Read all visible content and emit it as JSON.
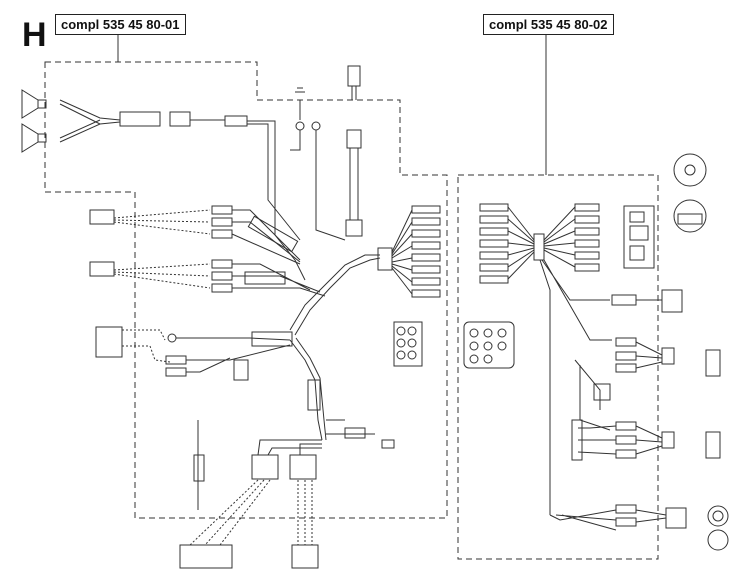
{
  "section_letter": "H",
  "kits": [
    {
      "label": "compl 535 45 80-01"
    },
    {
      "label": "compl 535 45 80-02"
    }
  ]
}
